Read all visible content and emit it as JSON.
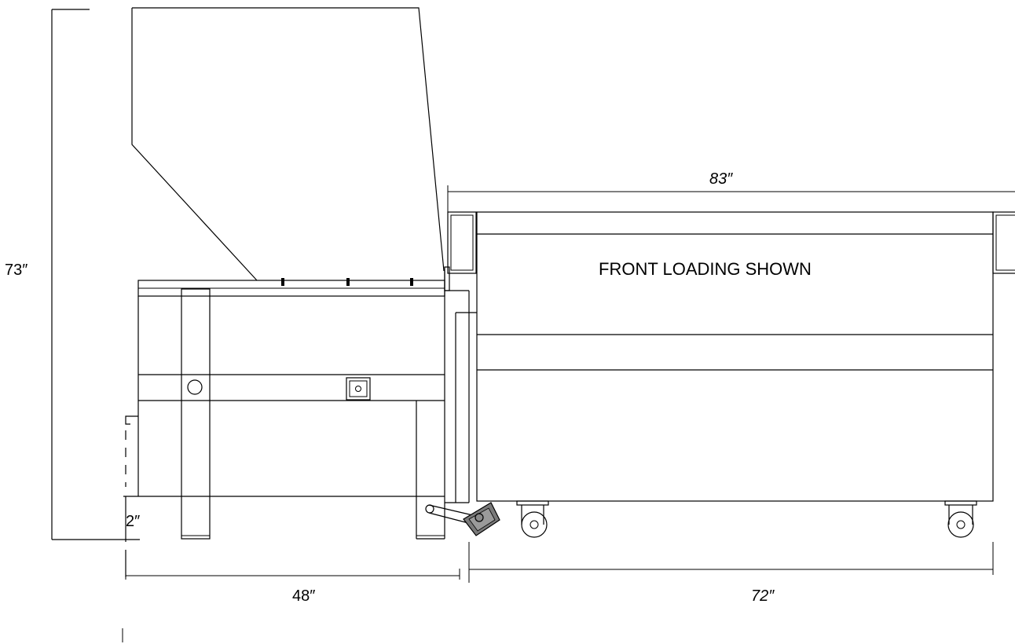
{
  "labels": {
    "height_total": "73″",
    "height_clearance": "2″",
    "width_machine": "48″",
    "width_container": "72″",
    "length_overall": "83″",
    "note": "FRONT LOADING SHOWN"
  }
}
